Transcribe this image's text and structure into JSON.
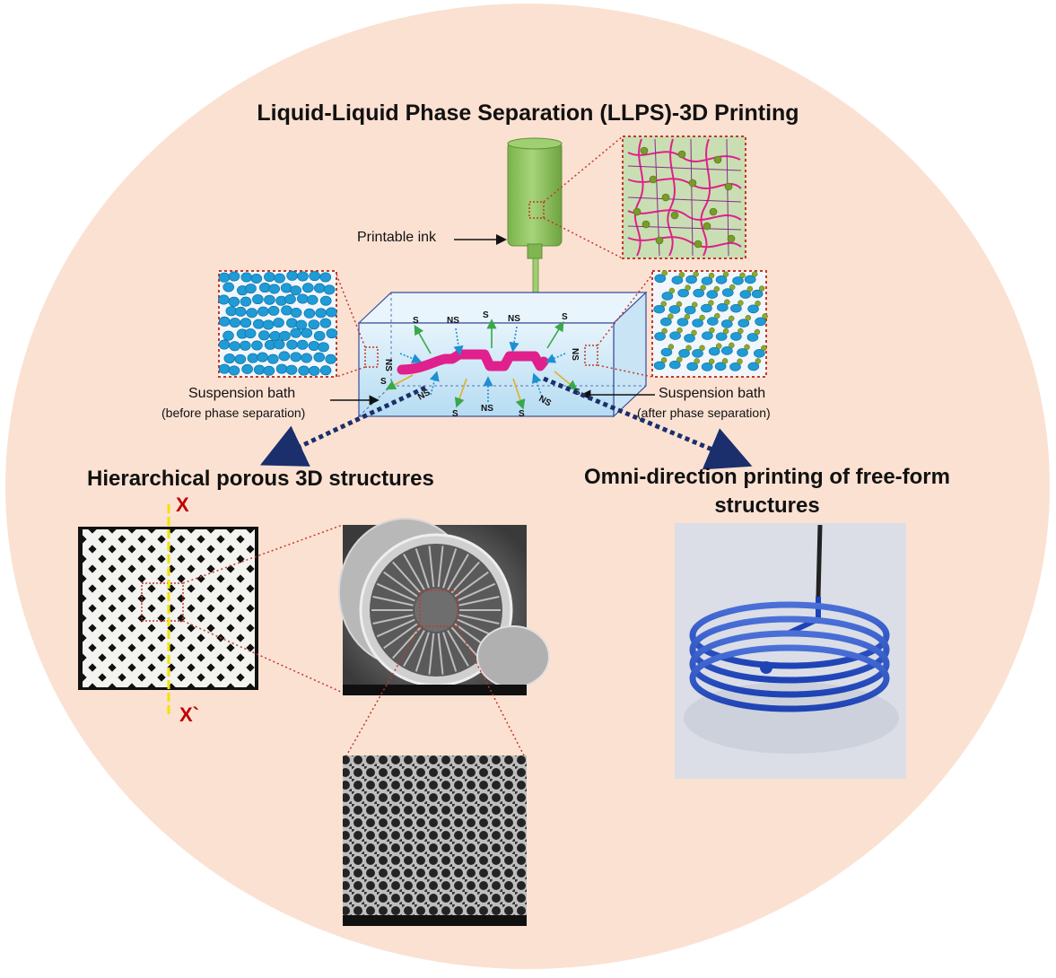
{
  "title": "Liquid-Liquid Phase Separation (LLPS)-3D Printing",
  "labels": {
    "printable_ink": "Printable ink",
    "bath_left_line1": "Suspension bath",
    "bath_left_line2": "(before phase separation)",
    "bath_right_line1": "Suspension bath",
    "bath_right_line2": "(after phase separation)"
  },
  "arrow_labels": [
    "S",
    "NS"
  ],
  "sections": {
    "left_title": "Hierarchical porous 3D structures",
    "right_title_line1": "Omni-direction printing of free-form",
    "right_title_line2": "structures"
  },
  "axis": {
    "top": "X",
    "bottom": "X`"
  },
  "colors": {
    "background_circle": "#fbe1d2",
    "ink_green": "#8cbf5a",
    "polymer_magenta": "#e0208c",
    "droplet_blue": "#1f9bd6",
    "bath_blue": "#cfe8f7",
    "dotted_red": "#c0392b",
    "dashed_arrow_navy": "#1a2f6b",
    "axis_yellow": "#f2e200",
    "axis_label_red": "#c00000"
  }
}
